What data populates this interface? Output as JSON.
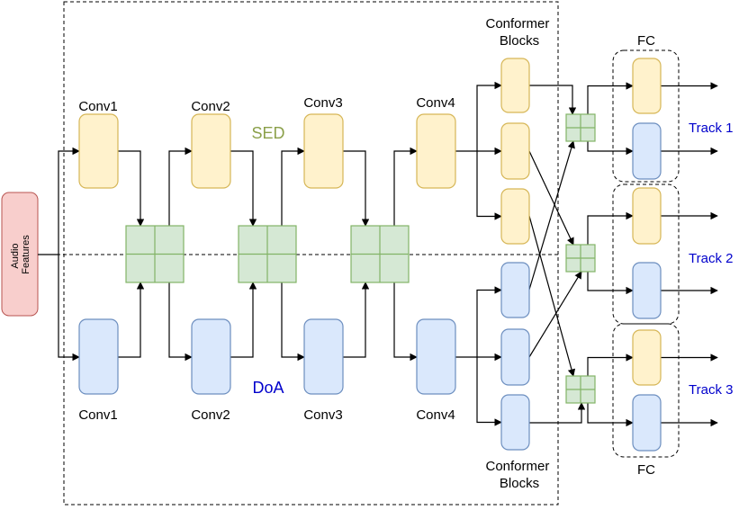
{
  "input": {
    "label_line1": "Audio",
    "label_line2": "Features"
  },
  "branches": {
    "sed": {
      "label": "SED"
    },
    "doa": {
      "label": "DoA"
    }
  },
  "conv_labels": {
    "sed": [
      "Conv1",
      "Conv2",
      "Conv3",
      "Conv4"
    ],
    "doa": [
      "Conv1",
      "Conv2",
      "Conv3",
      "Conv4"
    ]
  },
  "conformer": {
    "top": {
      "line1": "Conformer",
      "line2": "Blocks"
    },
    "bottom": {
      "line1": "Conformer",
      "line2": "Blocks"
    }
  },
  "fc": {
    "top_label": "FC",
    "bottom_label": "FC"
  },
  "tracks": [
    "Track 1",
    "Track 2",
    "Track 3"
  ],
  "colors": {
    "sed_fill": "#FFF2CC",
    "sed_stroke": "#D6B656",
    "doa_fill": "#DAE8FC",
    "doa_stroke": "#6C8EBF",
    "fusion_fill": "#D5E8D4",
    "fusion_stroke": "#82B366",
    "input_fill": "#F8CECC",
    "input_stroke": "#B85450",
    "sed_text": "#8BA04A",
    "doa_text": "#0000CC",
    "track_text": "#0000CC"
  }
}
